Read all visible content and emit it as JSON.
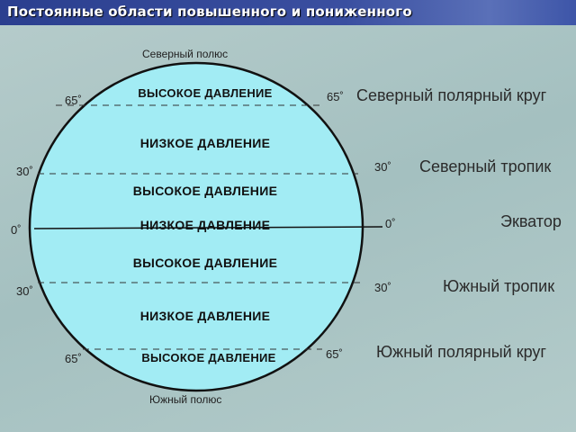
{
  "title": "Постоянные области повышенного и пониженного",
  "poles": {
    "north": "Северный полюс",
    "south": "Южный полюс"
  },
  "bands": [
    "ВЫСОКОЕ ДАВЛЕНИЕ",
    "НИЗКОЕ ДАВЛЕНИЕ",
    "ВЫСОКОЕ ДАВЛЕНИЕ",
    "НИЗКОЕ ДАВЛЕНИЕ",
    "ВЫСОКОЕ ДАВЛЕНИЕ",
    "НИЗКОЕ ДАВЛЕНИЕ",
    "ВЫСОКОЕ ДАВЛЕНИЕ"
  ],
  "latitudes": {
    "n65": "65˚",
    "n30": "30˚",
    "eq": "0˚",
    "s30": "30˚",
    "s65": "65˚"
  },
  "lines": {
    "n65": "Северный полярный круг",
    "n30": "Северный тропик",
    "eq": "Экватор",
    "s30": "Южный тропик",
    "s65": "Южный полярный круг"
  },
  "colors": {
    "globe": "#a2ecf4",
    "title_bar": "#2b3f8f"
  }
}
